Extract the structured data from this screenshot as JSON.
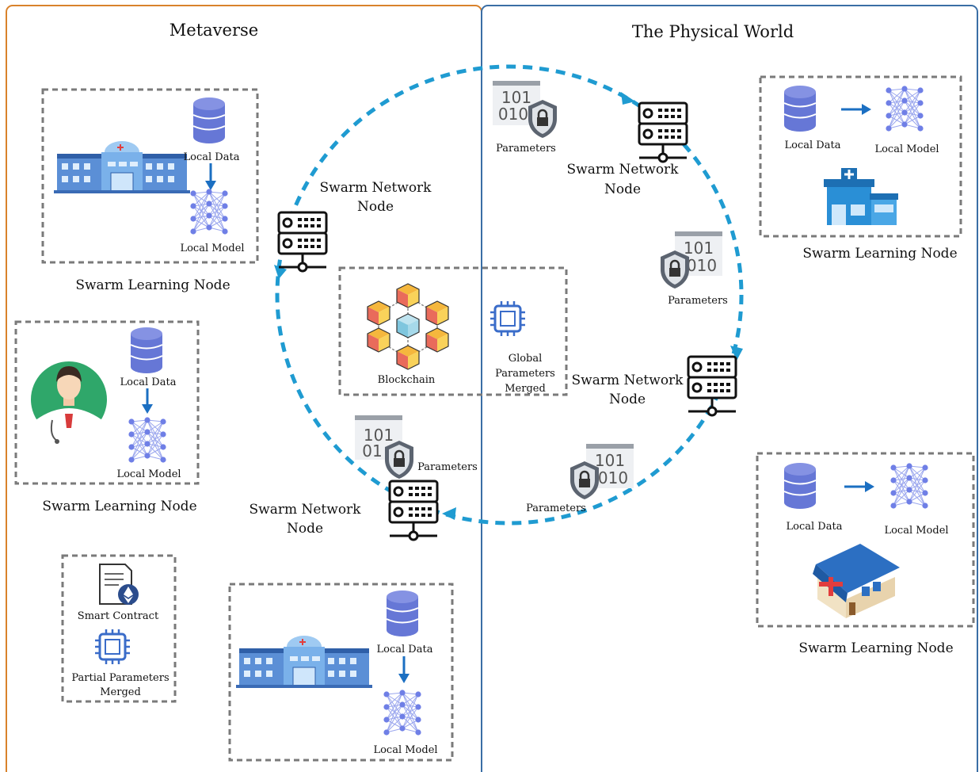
{
  "regions": {
    "metaverse": {
      "title": "Metaverse",
      "border_color": "#d9822b"
    },
    "physical": {
      "title": "The Physical World",
      "border_color": "#3a6ea5"
    }
  },
  "common": {
    "local_data": "Local Data",
    "local_model": "Local Model",
    "swarm_learning_node": "Swarm Learning Node",
    "swarm_network_line1": "Swarm Network",
    "swarm_network_line2": "Node",
    "parameters": "Parameters",
    "binary_top": "101",
    "binary_bottom": "010",
    "binary_bottom_short": "01"
  },
  "center_box": {
    "blockchain": "Blockchain",
    "global_line1": "Global",
    "global_line2": "Parameters",
    "global_line3": "Merged"
  },
  "contract_box": {
    "smart_contract": "Smart Contract",
    "partial_line1": "Partial Parameters",
    "partial_line2": "Merged"
  },
  "icons": [
    "database-icon",
    "neural-network-icon",
    "hospital-icon",
    "doctor-avatar-icon",
    "clinic-icon",
    "house-clinic-icon",
    "server-icon",
    "shield-lock-icon",
    "binary-file-icon",
    "blockchain-cubes-icon",
    "chip-icon",
    "smart-contract-icon",
    "arrow-icon"
  ],
  "colors": {
    "ring": "#1f9bd1",
    "database": "#6677d6",
    "arrow": "#1b6fc2",
    "nn_nodes": "#6f7fe6",
    "nn_edges": "#9aa6ee",
    "box_border": "#7a7a7a"
  }
}
